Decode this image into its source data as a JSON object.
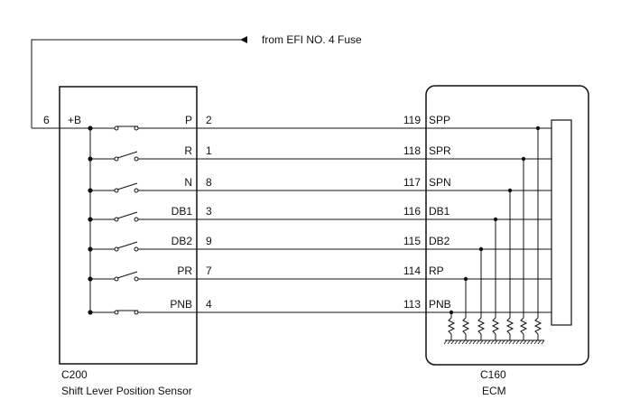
{
  "power_source": {
    "label": "from EFI NO. 4 Fuse"
  },
  "sensor": {
    "connector": "C200",
    "name": "Shift Lever Position Sensor",
    "input_pin": "6",
    "input_label": "+B",
    "switches": [
      {
        "label": "P",
        "pin": "2"
      },
      {
        "label": "R",
        "pin": "1"
      },
      {
        "label": "N",
        "pin": "8"
      },
      {
        "label": "DB1",
        "pin": "3"
      },
      {
        "label": "DB2",
        "pin": "9"
      },
      {
        "label": "PR",
        "pin": "7"
      },
      {
        "label": "PNB",
        "pin": "4"
      }
    ]
  },
  "ecm": {
    "connector": "C160",
    "name": "ECM",
    "inputs": [
      {
        "pin": "119",
        "label": "SPP"
      },
      {
        "pin": "118",
        "label": "SPR"
      },
      {
        "pin": "117",
        "label": "SPN"
      },
      {
        "pin": "116",
        "label": "DB1"
      },
      {
        "pin": "115",
        "label": "DB2"
      },
      {
        "pin": "114",
        "label": "RP"
      },
      {
        "pin": "113",
        "label": "PNB"
      }
    ]
  }
}
